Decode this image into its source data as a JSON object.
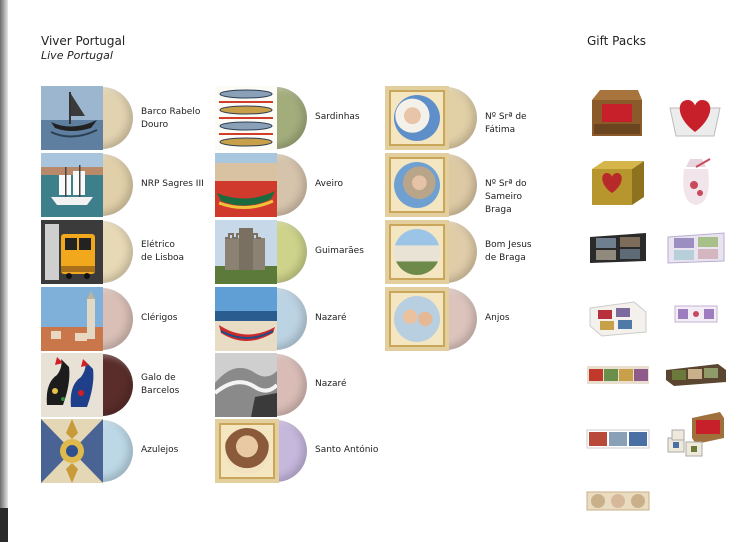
{
  "header": {
    "title": "Viver Portugal",
    "subtitle": "Live Portugal",
    "gift_title": "Gift Packs"
  },
  "products": [
    {
      "name": "Barco Rabelo\nDouro",
      "icon": "boat-photo",
      "soap_color": "#e2d3b0"
    },
    {
      "name": "NRP Sagres III",
      "icon": "tall-ship-photo",
      "soap_color": "#e0cfa8"
    },
    {
      "name": "Elétrico\nde Lisboa",
      "icon": "tram-photo",
      "soap_color": "#e8d9b6"
    },
    {
      "name": "Clérigos",
      "icon": "tower-photo",
      "soap_color": "#d9bfb6"
    },
    {
      "name": "Galo de\nBarcelos",
      "icon": "rooster-photo",
      "soap_color": "#5a2d2a"
    },
    {
      "name": "Azulejos",
      "icon": "tile-photo",
      "soap_color": "#bcd7e6"
    },
    {
      "name": "Sardinhas",
      "icon": "sardines-photo",
      "soap_color": "#a3ad7c"
    },
    {
      "name": "Aveiro",
      "icon": "moliceiro-photo",
      "soap_color": "#d6c3ac"
    },
    {
      "name": "Guimarães",
      "icon": "castle-photo",
      "soap_color": "#cdd38a"
    },
    {
      "name": "Nazaré",
      "icon": "fishing-boat-photo",
      "soap_color": "#bcd3e3"
    },
    {
      "name": "Nazaré",
      "icon": "wave-photo",
      "soap_color": "#d9bcb6"
    },
    {
      "name": "Santo António",
      "icon": "saint-photo",
      "soap_color": "#c6b7dd"
    },
    {
      "name": "Nº Srª de Fátima",
      "icon": "madonna-photo",
      "soap_color": "#e1cfa6"
    },
    {
      "name": "Nº Srª do Sameiro\nBraga",
      "icon": "sameiro-photo",
      "soap_color": "#ddc9a4"
    },
    {
      "name": "Bom Jesus\nde Braga",
      "icon": "stairway-photo",
      "soap_color": "#e0cca8"
    },
    {
      "name": "Anjos",
      "icon": "angels-photo",
      "soap_color": "#dcc4bc"
    }
  ],
  "gift_packs": [
    {
      "icon": "wooden-box-icon",
      "color": "#8b5a2b"
    },
    {
      "icon": "heart-box-icon",
      "color": "#c8202a"
    },
    {
      "icon": "gold-box-icon",
      "color": "#b8962e"
    },
    {
      "icon": "sachet-icon",
      "color": "#c94a5c"
    },
    {
      "icon": "black-box-icon",
      "color": "#2a2a2a"
    },
    {
      "icon": "lavender-box-icon",
      "color": "#9a8fc0"
    },
    {
      "icon": "red-box-icon",
      "color": "#b9303d"
    },
    {
      "icon": "small-purple-pack-icon",
      "color": "#9d7dbf"
    },
    {
      "icon": "strip-pack-icon",
      "color": "#c0392b"
    },
    {
      "icon": "green-tray-icon",
      "color": "#6b7a3a"
    },
    {
      "icon": "tile-strip-icon",
      "color": "#4a6fa5"
    },
    {
      "icon": "wood-crate-icon",
      "color": "#a0703c"
    },
    {
      "icon": "angels-strip-icon",
      "color": "#c9b08a"
    }
  ]
}
